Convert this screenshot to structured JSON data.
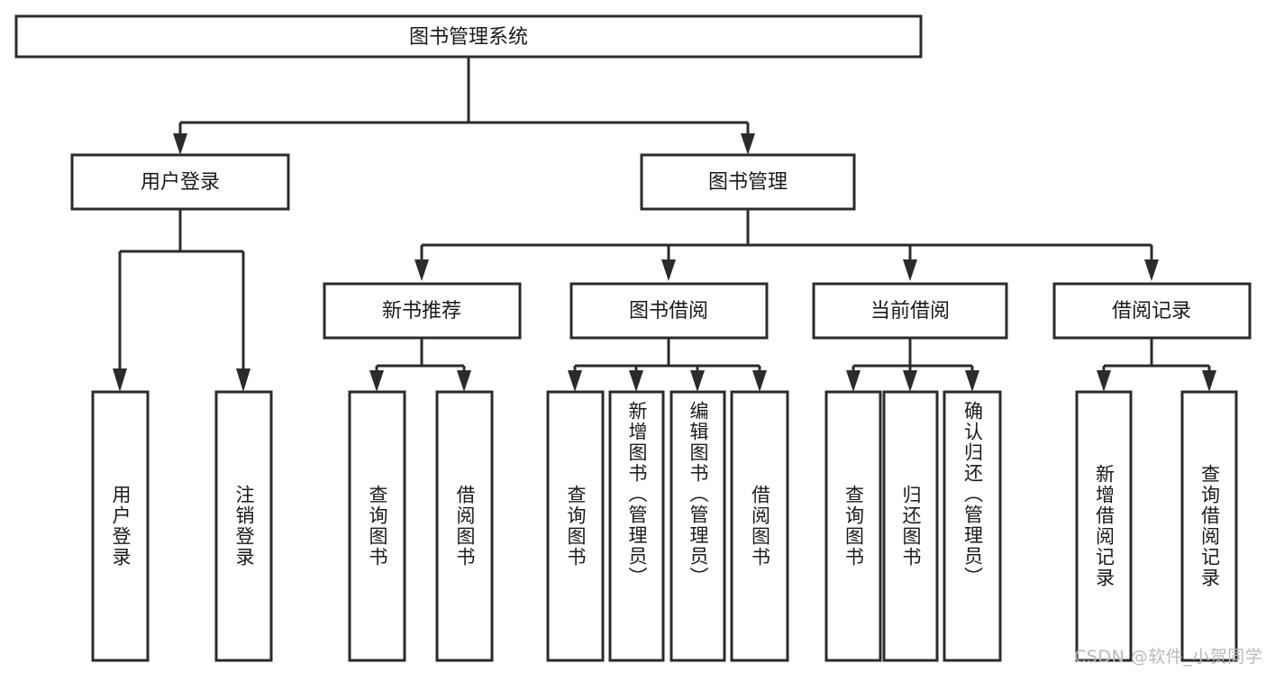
{
  "diagram": {
    "type": "hierarchical-tree",
    "title": "图书管理系统",
    "watermark": "CSDN @软件_小贺同学",
    "colors": {
      "stroke": "#2b2b2b",
      "fill": "#ffffff",
      "text": "#1a1a1a",
      "watermark": "#b9b9b9",
      "background": "#ffffff"
    },
    "root": {
      "label": "图书管理系统",
      "orientation": "horizontal"
    },
    "level2": [
      {
        "label": "用户登录",
        "orientation": "horizontal"
      },
      {
        "label": "图书管理",
        "orientation": "horizontal"
      }
    ],
    "level3": [
      {
        "label": "新书推荐",
        "orientation": "horizontal",
        "parent": "图书管理"
      },
      {
        "label": "图书借阅",
        "orientation": "horizontal",
        "parent": "图书管理"
      },
      {
        "label": "当前借阅",
        "orientation": "horizontal",
        "parent": "图书管理"
      },
      {
        "label": "借阅记录",
        "orientation": "horizontal",
        "parent": "图书管理"
      }
    ],
    "leaves": [
      {
        "label": "用户登录",
        "orientation": "vertical",
        "parent": "用户登录"
      },
      {
        "label": "注销登录",
        "orientation": "vertical",
        "parent": "用户登录"
      },
      {
        "label": "查询图书",
        "orientation": "vertical",
        "parent": "新书推荐"
      },
      {
        "label": "借阅图书",
        "orientation": "vertical",
        "parent": "新书推荐"
      },
      {
        "label": "查询图书",
        "orientation": "vertical",
        "parent": "图书借阅"
      },
      {
        "label": "新增图书（管理员）",
        "orientation": "vertical",
        "parent": "图书借阅"
      },
      {
        "label": "编辑图书（管理员）",
        "orientation": "vertical",
        "parent": "图书借阅"
      },
      {
        "label": "借阅图书",
        "orientation": "vertical",
        "parent": "图书借阅"
      },
      {
        "label": "查询图书",
        "orientation": "vertical",
        "parent": "当前借阅"
      },
      {
        "label": "归还图书",
        "orientation": "vertical",
        "parent": "当前借阅"
      },
      {
        "label": "确认归还（管理员）",
        "orientation": "vertical",
        "parent": "当前借阅"
      },
      {
        "label": "新增借阅记录",
        "orientation": "vertical",
        "parent": "借阅记录"
      },
      {
        "label": "查询借阅记录",
        "orientation": "vertical",
        "parent": "借阅记录"
      }
    ]
  }
}
